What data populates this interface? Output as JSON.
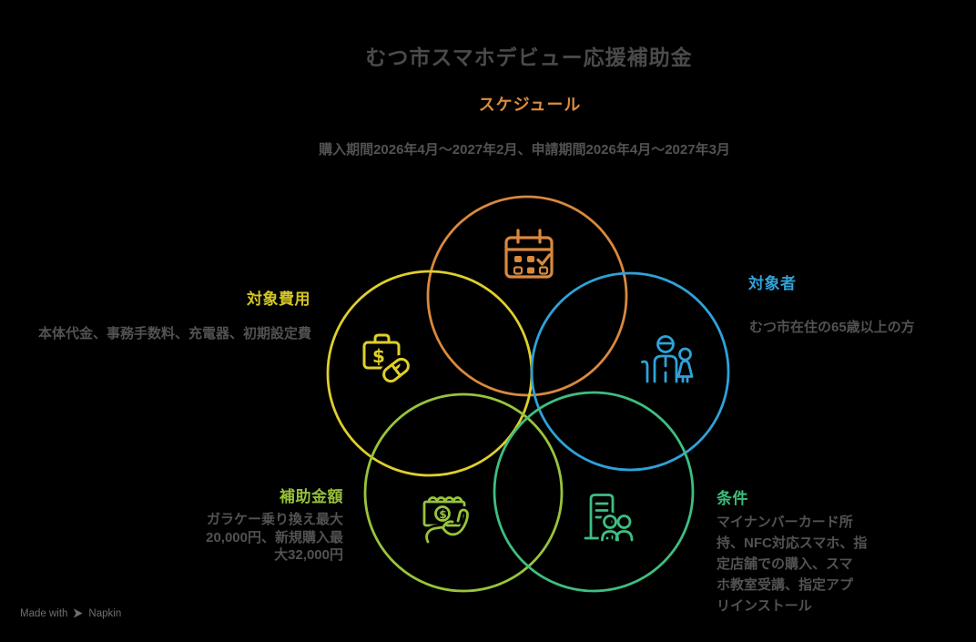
{
  "title": "むつ市スマホデビュー応援補助金",
  "schedule": {
    "label": "スケジュール",
    "text": "購入期間2026年4月～2027年2月、申請期間2026年4月～2027年3月"
  },
  "sections": {
    "cost": {
      "label": "対象費用",
      "text": "本体代金、事務手数料、充電器、初期設定費",
      "color": "#DFCF2C",
      "icon": "briefcase-dollar-pill-icon"
    },
    "audience": {
      "label": "対象者",
      "text": "むつ市在住の65歳以上の方",
      "color": "#2FA2D8",
      "icon": "senior-couple-icon"
    },
    "amount": {
      "label": "補助金額",
      "lines": [
        "ガラケー乗り換え最大",
        "20,000円、新規購入最",
        "大32,000円"
      ],
      "color": "#99C43C",
      "icon": "money-in-hand-icon"
    },
    "condition": {
      "label": "条件",
      "lines": [
        "マイナンバーカード所",
        "持、NFC対応スマホ、指",
        "定店舗での購入、スマ",
        "ホ教室受講、指定アプ",
        "リインストール"
      ],
      "color": "#3EBE80",
      "icon": "building-people-icon"
    },
    "schedule_circle": {
      "color": "#D8893D",
      "icon": "calendar-check-icon"
    }
  },
  "footer": {
    "made_with": "Made with",
    "brand": "Napkin"
  },
  "colors": {
    "background": "#000000",
    "title_gray": "#4A4A4A",
    "body_gray": "#525252",
    "footer_gray": "#6F6F6F",
    "orange": "#D8893D",
    "yellow": "#DFCF2C",
    "blue": "#2FA2D8",
    "yellow_green": "#99C43C",
    "green": "#3EBE80"
  }
}
